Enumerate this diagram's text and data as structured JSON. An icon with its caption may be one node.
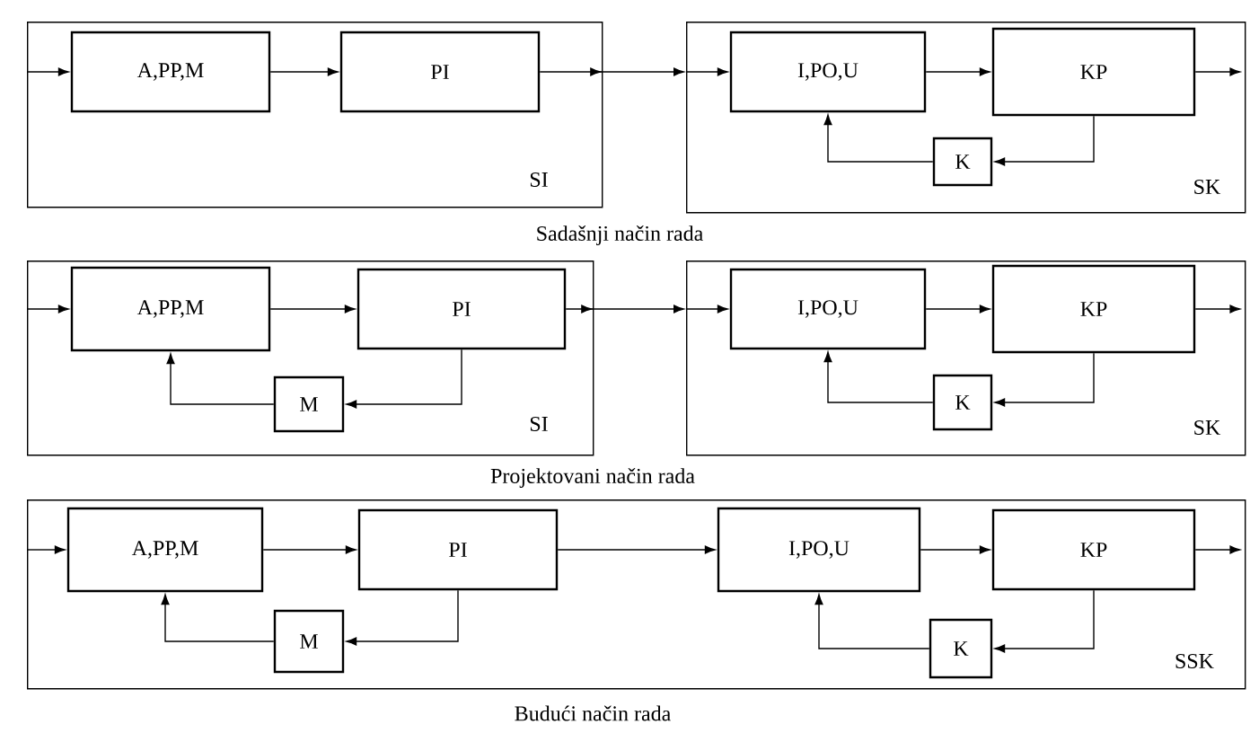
{
  "diagram": {
    "nodes": [
      {
        "text": [
          "SI"
        ]
      },
      {
        "text": [
          "A,PP,M"
        ],
        "in": 0
      },
      {
        "text": [
          "PI"
        ],
        "in": 0
      },
      {
        "text": [
          "SK"
        ]
      },
      {
        "text": [
          "I,PO,U"
        ],
        "in": 3
      },
      {
        "text": [
          "KP"
        ],
        "in": 3
      },
      {
        "text": [
          "K"
        ],
        "in": 3
      },
      {
        "text": [
          "SI"
        ]
      },
      {
        "text": [
          "A,PP,M"
        ],
        "in": 7
      },
      {
        "text": [
          "PI"
        ],
        "in": 7
      },
      {
        "text": [
          "M"
        ],
        "in": 7
      },
      {
        "text": [
          "SK"
        ]
      },
      {
        "text": [
          "I,PO,U"
        ],
        "in": 11
      },
      {
        "text": [
          "KP"
        ],
        "in": 11
      },
      {
        "text": [
          "K"
        ],
        "in": 11
      },
      {
        "text": [
          "SSK"
        ]
      },
      {
        "text": [
          "A,PP,M"
        ],
        "in": 15
      },
      {
        "text": [
          "PI"
        ],
        "in": 15
      },
      {
        "text": [
          "M"
        ],
        "in": 15
      },
      {
        "text": [
          "I,PO,U"
        ],
        "in": 15
      },
      {
        "text": [
          "KP"
        ],
        "in": 15
      },
      {
        "text": [
          "K"
        ],
        "in": 15
      }
    ],
    "edges": [
      {
        "from": null,
        "to": 1,
        "arrow": "to"
      },
      {
        "from": 1,
        "to": 2,
        "arrow": "to"
      },
      {
        "from": 2,
        "to": 3,
        "arrow": "to"
      },
      {
        "from": 3,
        "to": 4,
        "arrow": "to"
      },
      {
        "from": 4,
        "to": 5,
        "arrow": "to"
      },
      {
        "from": 5,
        "to": 6,
        "arrow": "to"
      },
      {
        "from": 6,
        "to": 4,
        "arrow": "to"
      },
      {
        "from": 5,
        "to": null,
        "arrow": "to"
      },
      {
        "from": null,
        "to": 8,
        "arrow": "to"
      },
      {
        "from": 8,
        "to": 9,
        "arrow": "to"
      },
      {
        "from": 9,
        "to": 10,
        "arrow": "to"
      },
      {
        "from": 10,
        "to": 8,
        "arrow": "to"
      },
      {
        "from": 9,
        "to": 11,
        "arrow": "to"
      },
      {
        "from": 11,
        "to": 12,
        "arrow": "to"
      },
      {
        "from": 12,
        "to": 13,
        "arrow": "to"
      },
      {
        "from": 13,
        "to": 14,
        "arrow": "to"
      },
      {
        "from": 14,
        "to": 12,
        "arrow": "to"
      },
      {
        "from": 13,
        "to": null,
        "arrow": "to"
      },
      {
        "from": null,
        "to": 16,
        "arrow": "to"
      },
      {
        "from": 16,
        "to": 17,
        "arrow": "to"
      },
      {
        "from": 17,
        "to": 18,
        "arrow": "to"
      },
      {
        "from": 18,
        "to": 16,
        "arrow": "to"
      },
      {
        "from": 17,
        "to": 19,
        "arrow": "to"
      },
      {
        "from": 19,
        "to": 20,
        "arrow": "to"
      },
      {
        "from": 20,
        "to": 21,
        "arrow": "to"
      },
      {
        "from": 21,
        "to": 19,
        "arrow": "to"
      },
      {
        "from": 20,
        "to": null,
        "arrow": "to"
      }
    ],
    "labels": [
      "Sadašnji način rada",
      "Projektovani način rada",
      "Budući način rada"
    ]
  }
}
